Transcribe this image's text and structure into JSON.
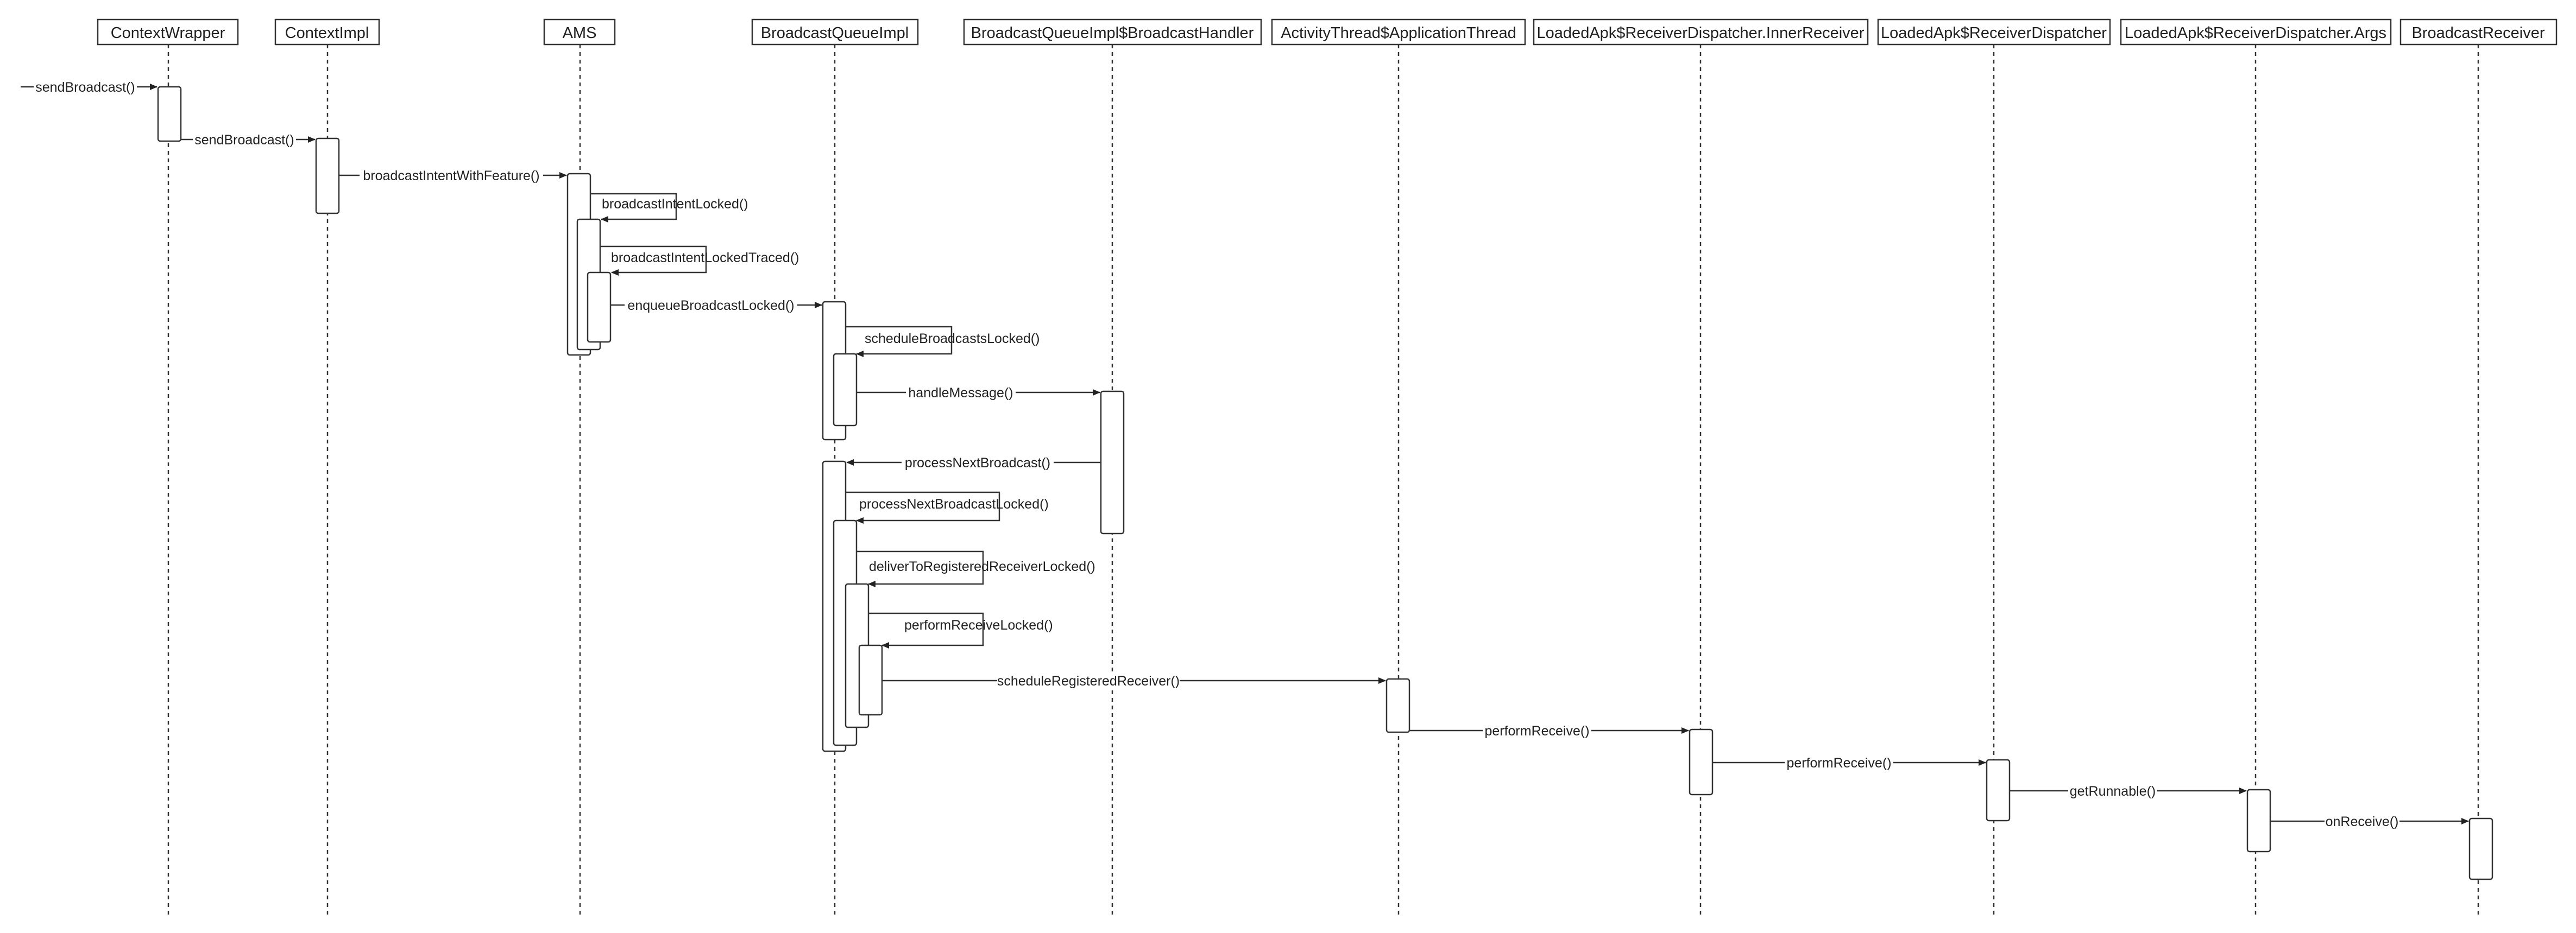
{
  "participants": [
    {
      "id": "context-wrapper",
      "label": "ContextWrapper"
    },
    {
      "id": "context-impl",
      "label": "ContextImpl"
    },
    {
      "id": "ams",
      "label": "AMS"
    },
    {
      "id": "broadcast-queue-impl",
      "label": "BroadcastQueueImpl"
    },
    {
      "id": "broadcast-handler",
      "label": "BroadcastQueueImpl$BroadcastHandler"
    },
    {
      "id": "application-thread",
      "label": "ActivityThread$ApplicationThread"
    },
    {
      "id": "inner-receiver",
      "label": "LoadedApk$ReceiverDispatcher.InnerReceiver"
    },
    {
      "id": "receiver-dispatcher",
      "label": "LoadedApk$ReceiverDispatcher"
    },
    {
      "id": "dispatcher-args",
      "label": "LoadedApk$ReceiverDispatcher.Args"
    },
    {
      "id": "broadcast-receiver",
      "label": "BroadcastReceiver"
    }
  ],
  "messages": [
    {
      "id": "msg-1",
      "label": "sendBroadcast()",
      "from": "",
      "to": "context-wrapper",
      "kind": "entry"
    },
    {
      "id": "msg-2",
      "label": "sendBroadcast()",
      "from": "context-wrapper",
      "to": "context-impl",
      "kind": "call"
    },
    {
      "id": "msg-3",
      "label": "broadcastIntentWithFeature()",
      "from": "context-impl",
      "to": "ams",
      "kind": "call"
    },
    {
      "id": "msg-4",
      "label": "broadcastIntentLocked()",
      "from": "ams",
      "to": "ams",
      "kind": "self"
    },
    {
      "id": "msg-5",
      "label": "broadcastIntentLockedTraced()",
      "from": "ams",
      "to": "ams",
      "kind": "self"
    },
    {
      "id": "msg-6",
      "label": "enqueueBroadcastLocked()",
      "from": "ams",
      "to": "broadcast-queue-impl",
      "kind": "call"
    },
    {
      "id": "msg-7",
      "label": "scheduleBroadcastsLocked()",
      "from": "broadcast-queue-impl",
      "to": "broadcast-queue-impl",
      "kind": "self"
    },
    {
      "id": "msg-8",
      "label": "handleMessage()",
      "from": "broadcast-queue-impl",
      "to": "broadcast-handler",
      "kind": "call"
    },
    {
      "id": "msg-9",
      "label": "processNextBroadcast()",
      "from": "broadcast-handler",
      "to": "broadcast-queue-impl",
      "kind": "call"
    },
    {
      "id": "msg-10",
      "label": "processNextBroadcastLocked()",
      "from": "broadcast-queue-impl",
      "to": "broadcast-queue-impl",
      "kind": "self"
    },
    {
      "id": "msg-11",
      "label": "deliverToRegisteredReceiverLocked()",
      "from": "broadcast-queue-impl",
      "to": "broadcast-queue-impl",
      "kind": "self"
    },
    {
      "id": "msg-12",
      "label": "performReceiveLocked()",
      "from": "broadcast-queue-impl",
      "to": "broadcast-queue-impl",
      "kind": "self"
    },
    {
      "id": "msg-13",
      "label": "scheduleRegisteredReceiver()",
      "from": "broadcast-queue-impl",
      "to": "application-thread",
      "kind": "call"
    },
    {
      "id": "msg-14",
      "label": "performReceive()",
      "from": "application-thread",
      "to": "inner-receiver",
      "kind": "call"
    },
    {
      "id": "msg-15",
      "label": "performReceive()",
      "from": "inner-receiver",
      "to": "receiver-dispatcher",
      "kind": "call"
    },
    {
      "id": "msg-16",
      "label": "getRunnable()",
      "from": "receiver-dispatcher",
      "to": "dispatcher-args",
      "kind": "call"
    },
    {
      "id": "msg-17",
      "label": "onReceive()",
      "from": "dispatcher-args",
      "to": "broadcast-receiver",
      "kind": "call"
    }
  ]
}
